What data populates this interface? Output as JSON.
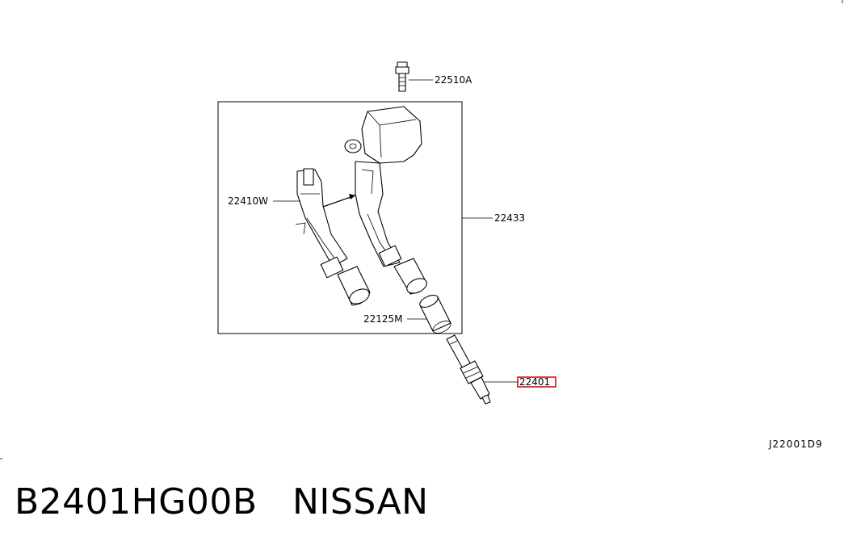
{
  "diagram": {
    "callouts": {
      "bolt": "22510A",
      "coil_assembly": "22433",
      "coil_left": "22410W",
      "boot": "22125M",
      "spark_plug": "22401"
    },
    "highlight_color": "#cc0000",
    "drawing_ref": "J22001D9"
  },
  "footer": {
    "part_number": "B2401HG00B",
    "brand": "NISSAN"
  }
}
